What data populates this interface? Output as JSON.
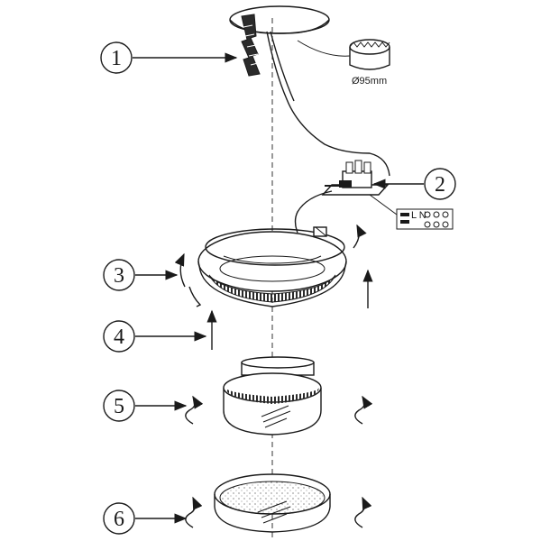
{
  "callouts": [
    {
      "number": "1"
    },
    {
      "number": "2"
    },
    {
      "number": "3"
    },
    {
      "number": "4"
    },
    {
      "number": "5"
    },
    {
      "number": "6"
    }
  ],
  "hole_diameter": "Ø95mm"
}
